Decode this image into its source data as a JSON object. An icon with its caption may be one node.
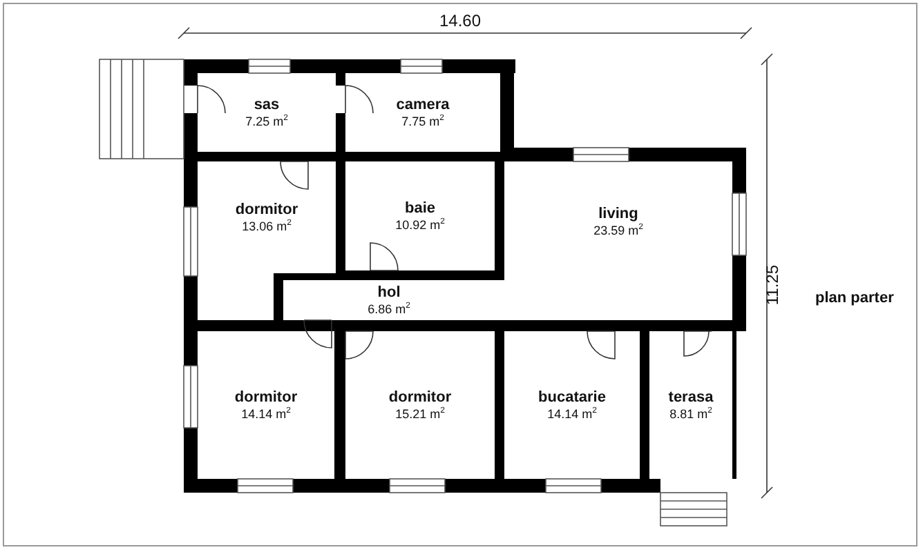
{
  "diagram": {
    "nodes": [
      {
        "text": [
          "sas",
          "7.25 m$^{2}$"
        ]
      },
      {
        "text": [
          "camera",
          "7.75 m$^{2}$"
        ]
      },
      {
        "text": [
          "dormitor",
          "13.06 m$^{2}$"
        ]
      },
      {
        "text": [
          "baie",
          "10.92 m$^{2}$"
        ]
      },
      {
        "text": [
          "living",
          "23.59 m$^{2}$"
        ]
      },
      {
        "text": [
          "hol",
          "6.86 m$^{2}$"
        ]
      },
      {
        "text": [
          "dormitor",
          "14.14 m$^{2}$"
        ]
      },
      {
        "text": [
          "dormitor",
          "15.21 m$^{2}$"
        ]
      },
      {
        "text": [
          "bucatarie",
          "14.14 m$^{2}$"
        ]
      },
      {
        "text": [
          "terasa",
          "8.81 m$^{2}$"
        ]
      }
    ],
    "edges": [],
    "labels": [
      "14.60",
      "11.25",
      "plan parter"
    ]
  }
}
